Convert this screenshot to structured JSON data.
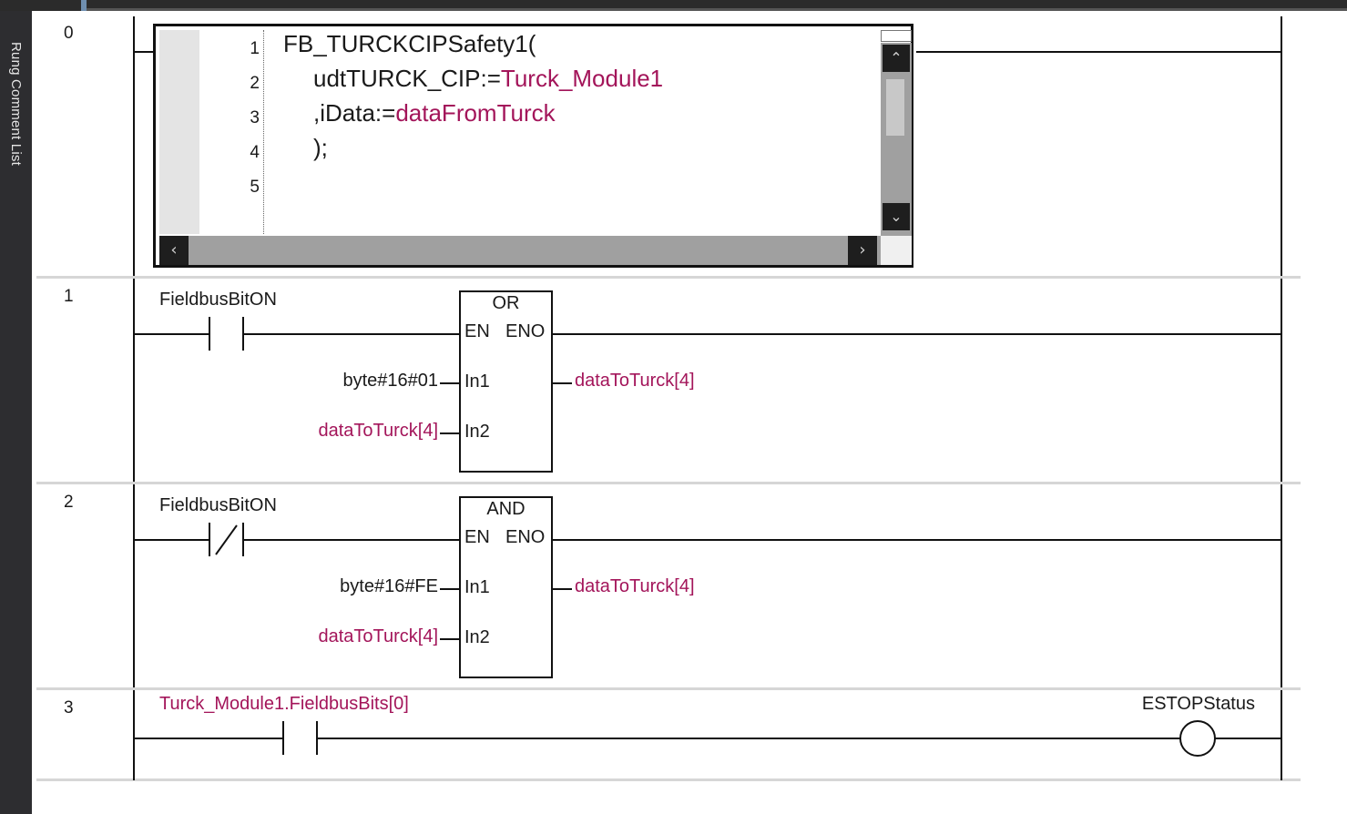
{
  "sidebar": {
    "label": "Rung Comment List"
  },
  "rungs": [
    {
      "number": "0"
    },
    {
      "number": "1",
      "contact_label": "FieldbusBitON",
      "block_name": "OR",
      "en": "EN",
      "eno": "ENO",
      "in1_label": "In1",
      "in2_label": "In2",
      "in1_value": "byte#16#01",
      "in2_value": "dataToTurck[4]",
      "output": "dataToTurck[4]"
    },
    {
      "number": "2",
      "contact_label": "FieldbusBitON",
      "block_name": "AND",
      "en": "EN",
      "eno": "ENO",
      "in1_label": "In1",
      "in2_label": "In2",
      "in1_value": "byte#16#FE",
      "in2_value": "dataToTurck[4]",
      "output": "dataToTurck[4]"
    },
    {
      "number": "3",
      "contact_label": "Turck_Module1.FieldbusBits[0]",
      "coil_label": "ESTOPStatus"
    }
  ],
  "st_editor": {
    "line_numbers": [
      "1",
      "2",
      "3",
      "4",
      "5"
    ],
    "line1": "FB_TURCKCIPSafety1(",
    "line2_param": "udtTURCK_CIP:=",
    "line2_value": "Turck_Module1",
    "line3_param": ",iData:=",
    "line3_value": "dataFromTurck",
    "line4": ");"
  },
  "colors": {
    "variable": "#a3155a",
    "sidebar": "#2d2d30",
    "rung_divider": "#d6d6d6"
  }
}
